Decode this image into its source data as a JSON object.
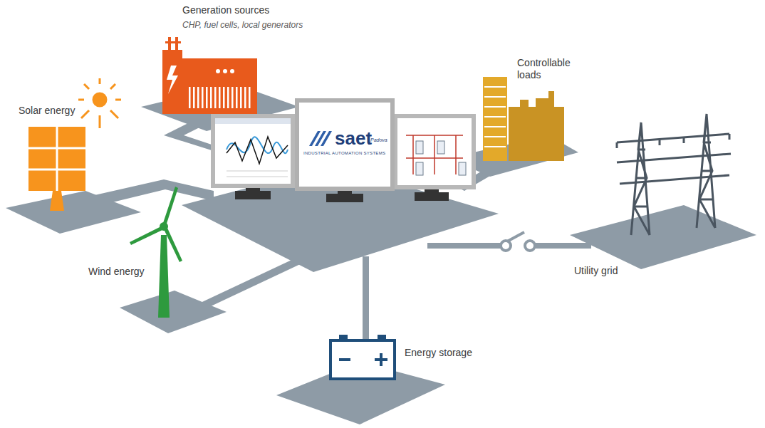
{
  "diagram": {
    "labels": [
      "Generation sources",
      "CHP, fuel cells, local generators",
      "Solar energy",
      "Controllable loads",
      "Wind energy",
      "Utility grid",
      "Energy storage",
      "saet",
      "Padova",
      "INDUSTRIAL AUTOMATION SYSTEMS"
    ]
  }
}
